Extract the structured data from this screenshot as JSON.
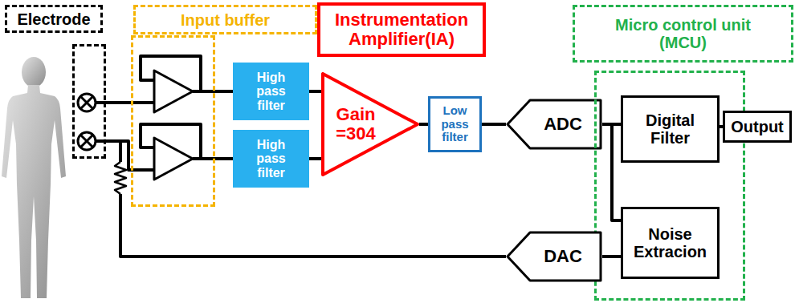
{
  "diagram": {
    "nodes": [
      {
        "text": [
          "Electrode"
        ]
      },
      {
        "text": [
          "Input buffer"
        ]
      },
      {
        "text": [
          "High pass filter"
        ]
      },
      {
        "text": [
          "High pass filter"
        ]
      },
      {
        "text": [
          "Instrumentation Amplifier(IA)"
        ]
      },
      {
        "text": [
          "Gain =304"
        ]
      },
      {
        "text": [
          "Low pass filter"
        ]
      },
      {
        "text": [
          "ADC"
        ]
      },
      {
        "text": [
          "Micro control unit (MCU)"
        ]
      },
      {
        "text": [
          "Digital Filter"
        ],
        "in": 8
      },
      {
        "text": [
          "Output"
        ]
      },
      {
        "text": [
          "Noise Extracion"
        ],
        "in": 8
      },
      {
        "text": [
          "DAC"
        ]
      }
    ],
    "edges": [
      {
        "from": 2,
        "to": 5,
        "arrow": "none"
      },
      {
        "from": 3,
        "to": 5,
        "arrow": "none"
      },
      {
        "from": 5,
        "to": 6,
        "arrow": "none"
      },
      {
        "from": 6,
        "to": 7,
        "arrow": "none"
      },
      {
        "from": 7,
        "to": 9,
        "arrow": "none"
      },
      {
        "from": 9,
        "to": 10,
        "arrow": "none"
      },
      {
        "from": 7,
        "to": 11,
        "arrow": "none"
      },
      {
        "from": 11,
        "to": 12,
        "arrow": "none"
      }
    ]
  }
}
